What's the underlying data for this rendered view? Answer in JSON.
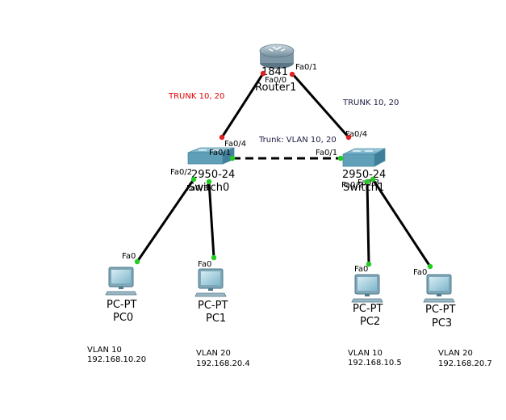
{
  "colors": {
    "link": "#000000",
    "up": "#22cc22",
    "down": "#e02020",
    "trunk_red": "#e00000",
    "trunk_dark": "#1a1a40",
    "device_teal": "#5fa0b8",
    "router_gray": "#8ea6b4"
  },
  "router": {
    "name": "Router1",
    "model": "1841",
    "port_fa00": "Fa0/0",
    "port_fa01": "Fa0/1"
  },
  "switch0": {
    "name": "Switch0",
    "model": "2950-24",
    "port_fa04": "Fa0/4",
    "port_fa01": "Fa0/1",
    "port_fa02": "Fa0/2",
    "port_fa03": "Fa0/3"
  },
  "switch1": {
    "name": "Switch1",
    "model": "2950-24",
    "port_fa04": "Fa0/4",
    "port_fa01": "Fa0/1",
    "port_fa02": "Fa0/2",
    "port_fa03": "Fa0/3"
  },
  "labels": {
    "trunk_left": "TRUNK 10, 20",
    "trunk_right": "TRUNK 10, 20",
    "trunk_mid": "Trunk: VLAN 10, 20"
  },
  "pcs": [
    {
      "model": "PC-PT",
      "name": "PC0",
      "port": "Fa0",
      "vlan": "VLAN 10",
      "ip": "192.168.10.20"
    },
    {
      "model": "PC-PT",
      "name": "PC1",
      "port": "Fa0",
      "vlan": "VLAN 20",
      "ip": "192.168.20.4"
    },
    {
      "model": "PC-PT",
      "name": "PC2",
      "port": "Fa0",
      "vlan": "VLAN 10",
      "ip": "192.168.10.5"
    },
    {
      "model": "PC-PT",
      "name": "PC3",
      "port": "Fa0",
      "vlan": "VLAN 20",
      "ip": "192.168.20.7"
    }
  ]
}
